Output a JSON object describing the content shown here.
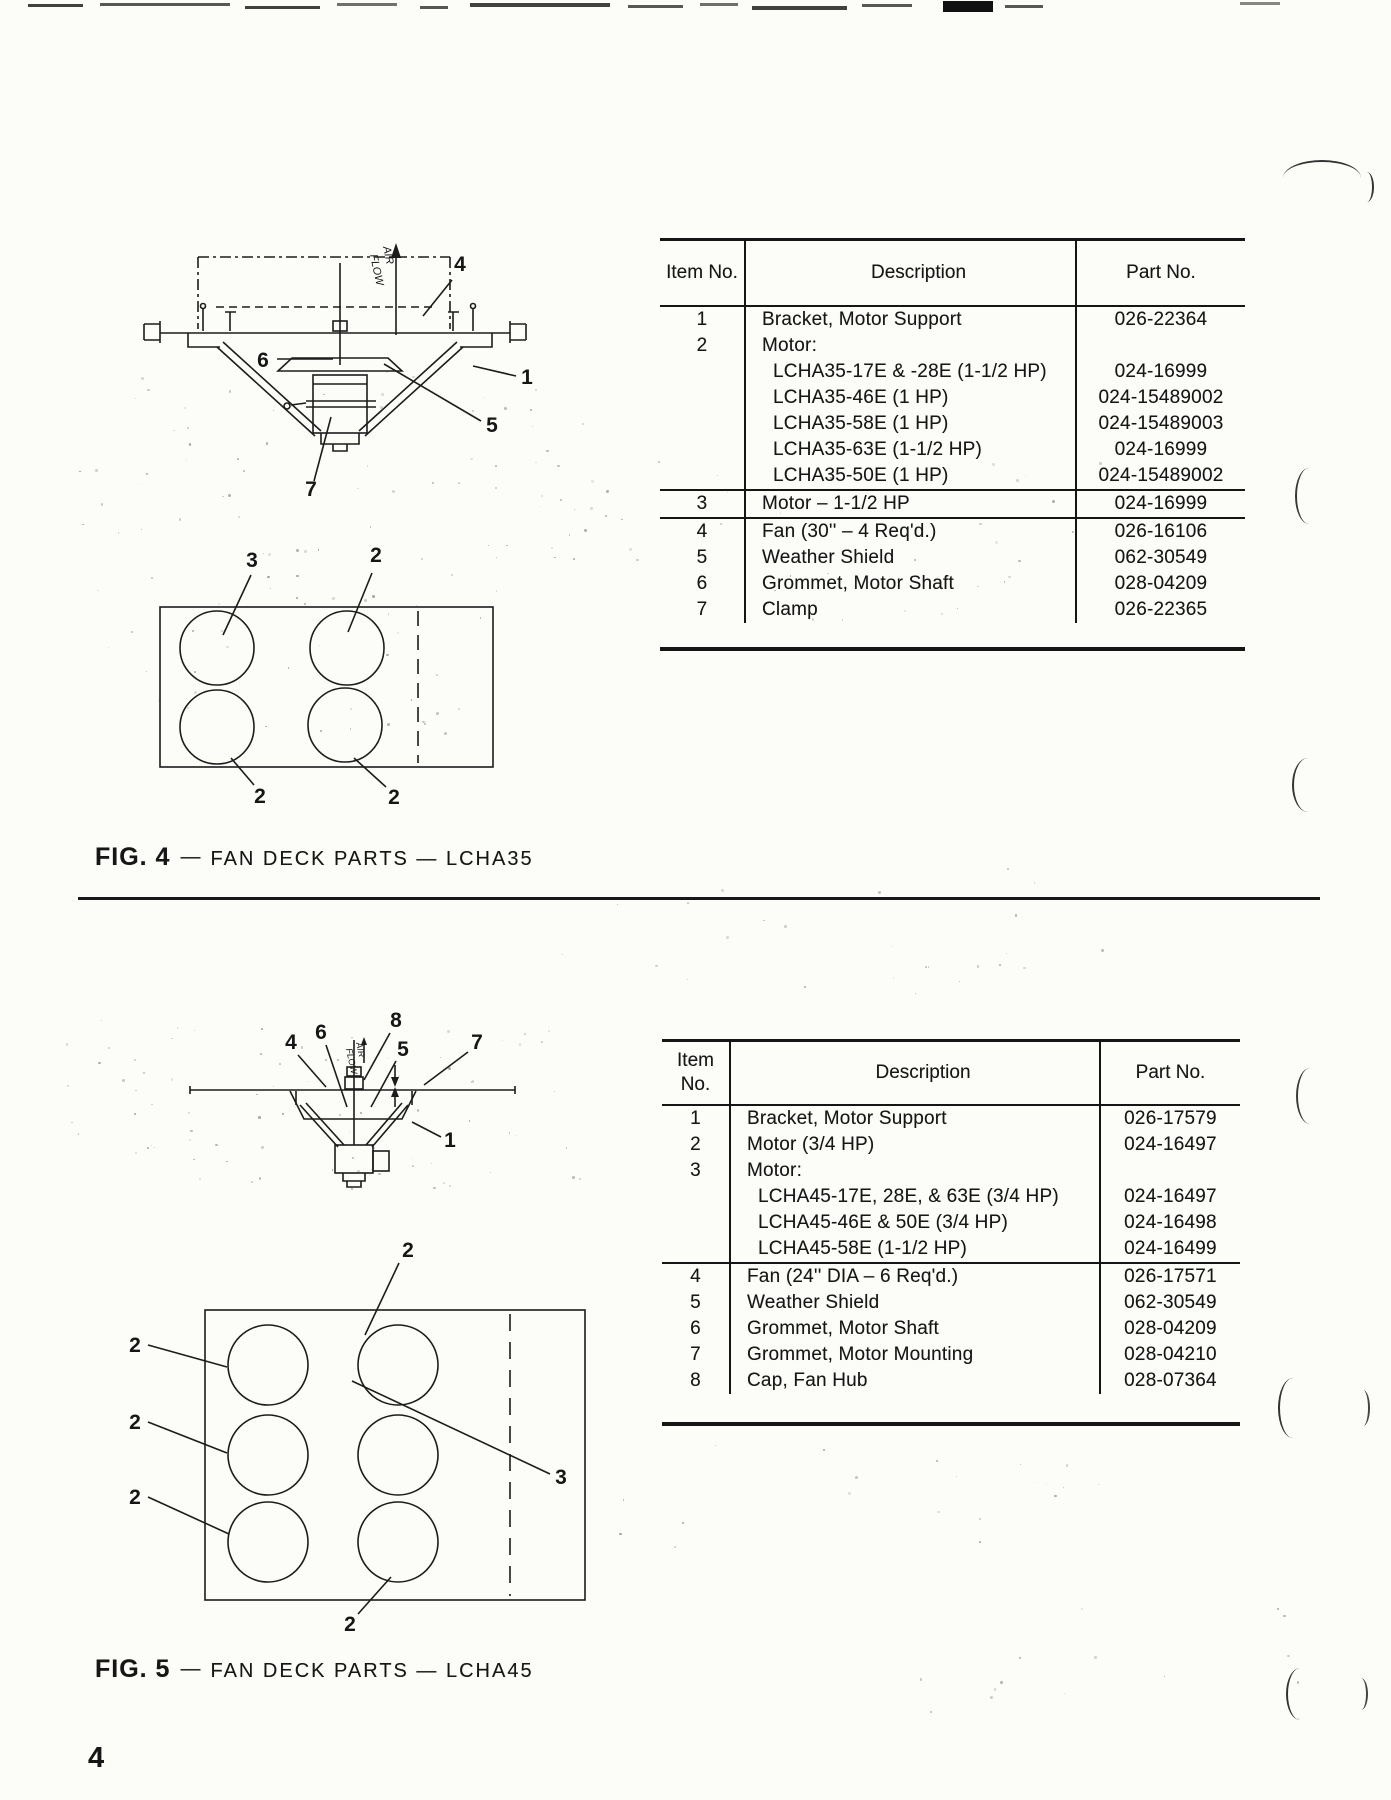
{
  "page": {
    "number": "4"
  },
  "fig4": {
    "caption": {
      "label": "FIG. 4",
      "dash": "—",
      "title": "FAN DECK PARTS — LCHA35"
    },
    "drawing": {
      "air1": "AIR",
      "air2": "FLOW",
      "side_callouts": {
        "c1": "1",
        "c4": "4",
        "c5": "5",
        "c6": "6",
        "c7": "7"
      },
      "plan_callouts": {
        "c3": "3",
        "c2a": "2",
        "c2b": "2",
        "c2c": "2"
      }
    },
    "table": {
      "columns": [
        "Item No.",
        "Description",
        "Part No."
      ],
      "rows": [
        {
          "item": "1",
          "desc": "Bracket, Motor Support",
          "part": "026-22364"
        },
        {
          "item": "2",
          "desc": "Motor:",
          "part": ""
        },
        {
          "item": "",
          "desc": "LCHA35-17E & -28E (1-1/2 HP)",
          "part": "024-16999",
          "indent": true
        },
        {
          "item": "",
          "desc": "LCHA35-46E  (1 HP)",
          "part": "024-15489002",
          "indent": true
        },
        {
          "item": "",
          "desc": "LCHA35-58E  (1 HP)",
          "part": "024-15489003",
          "indent": true
        },
        {
          "item": "",
          "desc": "LCHA35-63E  (1-1/2 HP)",
          "part": "024-16999",
          "indent": true
        },
        {
          "item": "",
          "desc": "LCHA35-50E  (1 HP)",
          "part": "024-15489002",
          "indent": true
        },
        {
          "item": "3",
          "desc": "Motor – 1-1/2 HP",
          "part": "024-16999",
          "sep": true
        },
        {
          "item": "4",
          "desc": "Fan  (30'' – 4 Req'd.)",
          "part": "026-16106",
          "sep": true
        },
        {
          "item": "5",
          "desc": "Weather Shield",
          "part": "062-30549"
        },
        {
          "item": "6",
          "desc": "Grommet, Motor Shaft",
          "part": "028-04209"
        },
        {
          "item": "7",
          "desc": "Clamp",
          "part": "026-22365"
        }
      ]
    }
  },
  "fig5": {
    "caption": {
      "label": "FIG. 5",
      "dash": "—",
      "title": "FAN DECK PARTS — LCHA45"
    },
    "drawing": {
      "air1": "AIR",
      "air2": "FLOW",
      "side_callouts": {
        "c1": "1",
        "c4": "4",
        "c5": "5",
        "c6": "6",
        "c7": "7",
        "c8": "8"
      },
      "plan_callouts": {
        "c2top": "2",
        "c2a": "2",
        "c2b": "2",
        "c2c": "2",
        "c3": "3",
        "c2bottom": "2"
      }
    },
    "table": {
      "columns": [
        "Item No.",
        "Description",
        "Part No."
      ],
      "rows": [
        {
          "item": "1",
          "desc": "Bracket, Motor Support",
          "part": "026-17579"
        },
        {
          "item": "2",
          "desc": "Motor  (3/4 HP)",
          "part": "024-16497"
        },
        {
          "item": "3",
          "desc": "Motor:",
          "part": ""
        },
        {
          "item": "",
          "desc": "LCHA45-17E, 28E, & 63E (3/4 HP)",
          "part": "024-16497",
          "indent": true
        },
        {
          "item": "",
          "desc": "LCHA45-46E & 50E (3/4 HP)",
          "part": "024-16498",
          "indent": true
        },
        {
          "item": "",
          "desc": "LCHA45-58E  (1-1/2 HP)",
          "part": "024-16499",
          "indent": true
        },
        {
          "item": "4",
          "desc": "Fan  (24'' DIA – 6 Req'd.)",
          "part": "026-17571",
          "sep": true
        },
        {
          "item": "5",
          "desc": "Weather Shield",
          "part": "062-30549"
        },
        {
          "item": "6",
          "desc": "Grommet, Motor Shaft",
          "part": "028-04209"
        },
        {
          "item": "7",
          "desc": "Grommet, Motor Mounting",
          "part": "028-04210"
        },
        {
          "item": "8",
          "desc": "Cap, Fan Hub",
          "part": "028-07364"
        }
      ]
    }
  }
}
